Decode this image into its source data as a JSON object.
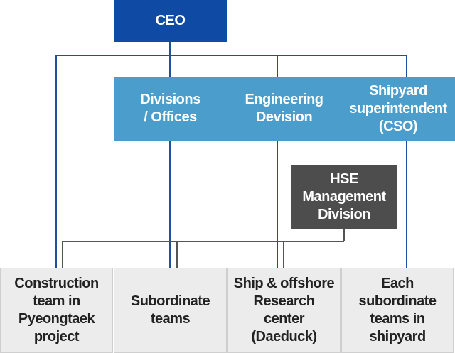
{
  "colors": {
    "ceo": "#0f4ba5",
    "division": "#4b9dcb",
    "hse": "#4d4d4d",
    "bottom": "#ececec",
    "blue_line": "#1f4e9a",
    "gray_line": "#555555"
  },
  "ceo": {
    "label": "CEO"
  },
  "divisions": [
    {
      "label": "Divisions\n/ Offices"
    },
    {
      "label": "Engineering\nDevision"
    },
    {
      "label": "Shipyard\nsuperintendent\n(CSO)"
    }
  ],
  "hse": {
    "label": "HSE\nManagement\nDivision"
  },
  "teams": [
    {
      "label": "Construction\nteam in\nPyeongtaek\nproject"
    },
    {
      "label": "Subordinate\nteams"
    },
    {
      "label": "Ship & offshore\nResearch\ncenter\n(Daeduck)"
    },
    {
      "label": "Each\nsubordinate\nteams in\nshipyard"
    }
  ]
}
